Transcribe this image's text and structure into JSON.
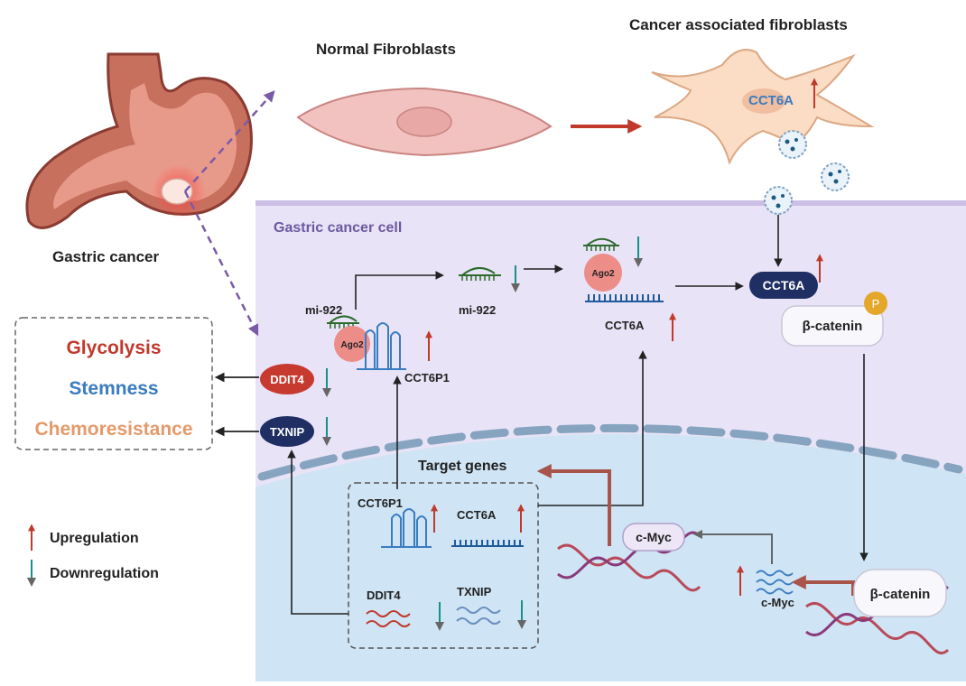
{
  "labels": {
    "normal_fibroblasts": "Normal Fibroblasts",
    "caf": "Cancer associated fibroblasts",
    "caf_cct6a": "CCT6A",
    "gastric_cancer": "Gastric cancer",
    "gastric_cancer_cell": "Gastric cancer cell",
    "mi922_left": "mi-922",
    "mi922_mid": "mi-922",
    "ago2_left": "Ago2",
    "ago2_right": "Ago2",
    "cct6p1_cyto": "CCT6P1",
    "cct6a_cyto": "CCT6A",
    "cct6a_membrane": "CCT6A",
    "phospho": "P",
    "beta_catenin_cyto": "β-catenin",
    "beta_catenin_nucleus": "β-catenin",
    "ddit4_cyto": "DDIT4",
    "txnip_cyto": "TXNIP",
    "target_genes": "Target genes",
    "cct6p1_nuc": "CCT6P1",
    "cct6a_nuc": "CCT6A",
    "ddit4_nuc": "DDIT4",
    "txnip_nuc": "TXNIP",
    "cmyc_dna": "c-Myc",
    "cmyc_mrna": "c-Myc"
  },
  "outcomes": {
    "glycolysis": "Glycolysis",
    "stemness": "Stemness",
    "chemoresistance": "Chemoresistance"
  },
  "legend": {
    "up": "Upregulation",
    "down": "Downregulation"
  },
  "colors": {
    "up_arrow": "#c0392b",
    "down_arrow": "#15908a",
    "glycolysis": "#c0392b",
    "stemness": "#3a7cc0",
    "chemoresistance": "#e49a6a",
    "cell_bg": "#e8e3f6",
    "nucleus_bg": "#cfe4f4",
    "cct6a_badge": "#1f2f64"
  }
}
